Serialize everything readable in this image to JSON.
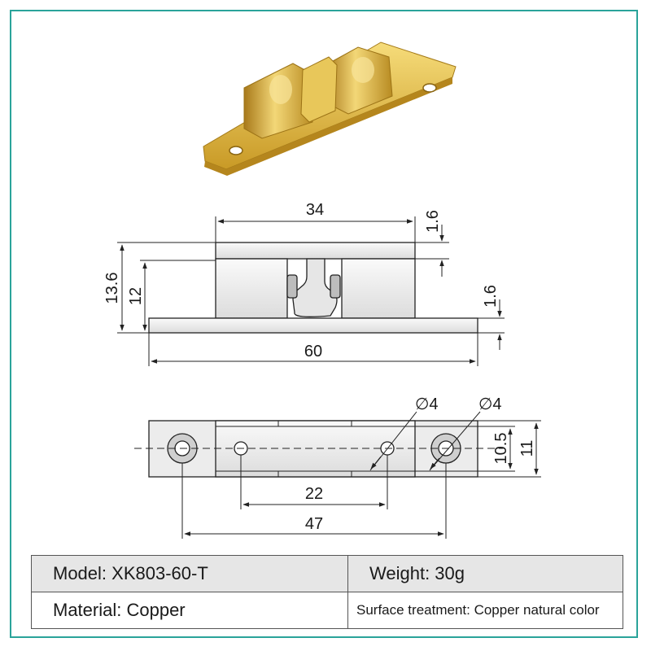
{
  "dimensions": {
    "top_width": "34",
    "plate_thickness_top": "1.6",
    "overall_height": "13.6",
    "inner_height": "12",
    "base_thickness": "1.6",
    "overall_length": "60",
    "hole_diameter_left": "∅4",
    "hole_diameter_right": "∅4",
    "inner_width": "10.5",
    "outer_width": "11",
    "inner_hole_spacing": "22",
    "outer_hole_spacing": "47"
  },
  "specs": {
    "model": "Model: XK803-60-T",
    "weight": "Weight: 30g",
    "material": "Material: Copper",
    "surface": "Surface treatment: Copper natural color"
  },
  "colors": {
    "frame": "#2aa39a",
    "brass": "#d9b23c",
    "drawing_fill": "#f2f2f2",
    "line": "#222222"
  }
}
